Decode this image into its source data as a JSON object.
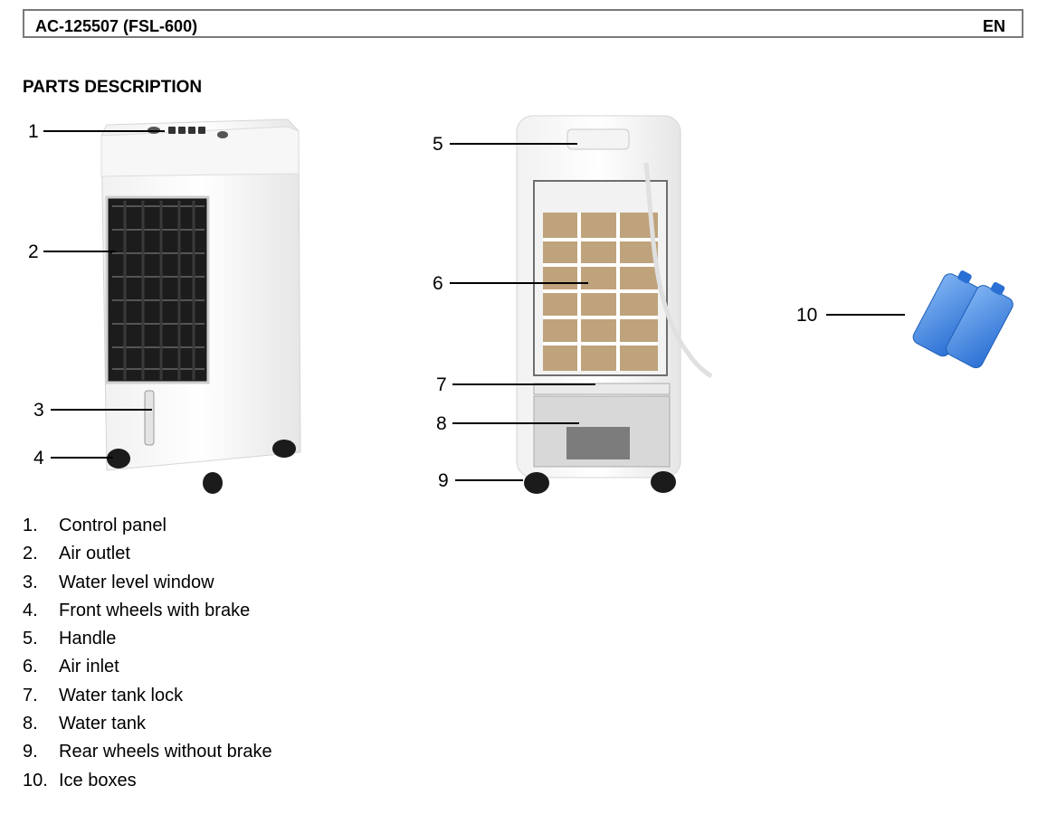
{
  "header": {
    "model": "AC-125507 (FSL-600)",
    "language": "EN"
  },
  "section_title": "PARTS DESCRIPTION",
  "callouts": [
    "1",
    "2",
    "3",
    "4",
    "5",
    "6",
    "7",
    "8",
    "9",
    "10"
  ],
  "parts": [
    {
      "num": "1.",
      "label": "Control panel"
    },
    {
      "num": "2.",
      "label": "Air outlet"
    },
    {
      "num": "3.",
      "label": "Water level window"
    },
    {
      "num": "4.",
      "label": "Front wheels with brake"
    },
    {
      "num": "5.",
      "label": "Handle"
    },
    {
      "num": "6.",
      "label": "Air inlet"
    },
    {
      "num": "7.",
      "label": "Water tank lock"
    },
    {
      "num": "8.",
      "label": "Water tank"
    },
    {
      "num": "9.",
      "label": "Rear wheels without brake"
    },
    {
      "num": "10.",
      "label": "Ice boxes"
    }
  ]
}
